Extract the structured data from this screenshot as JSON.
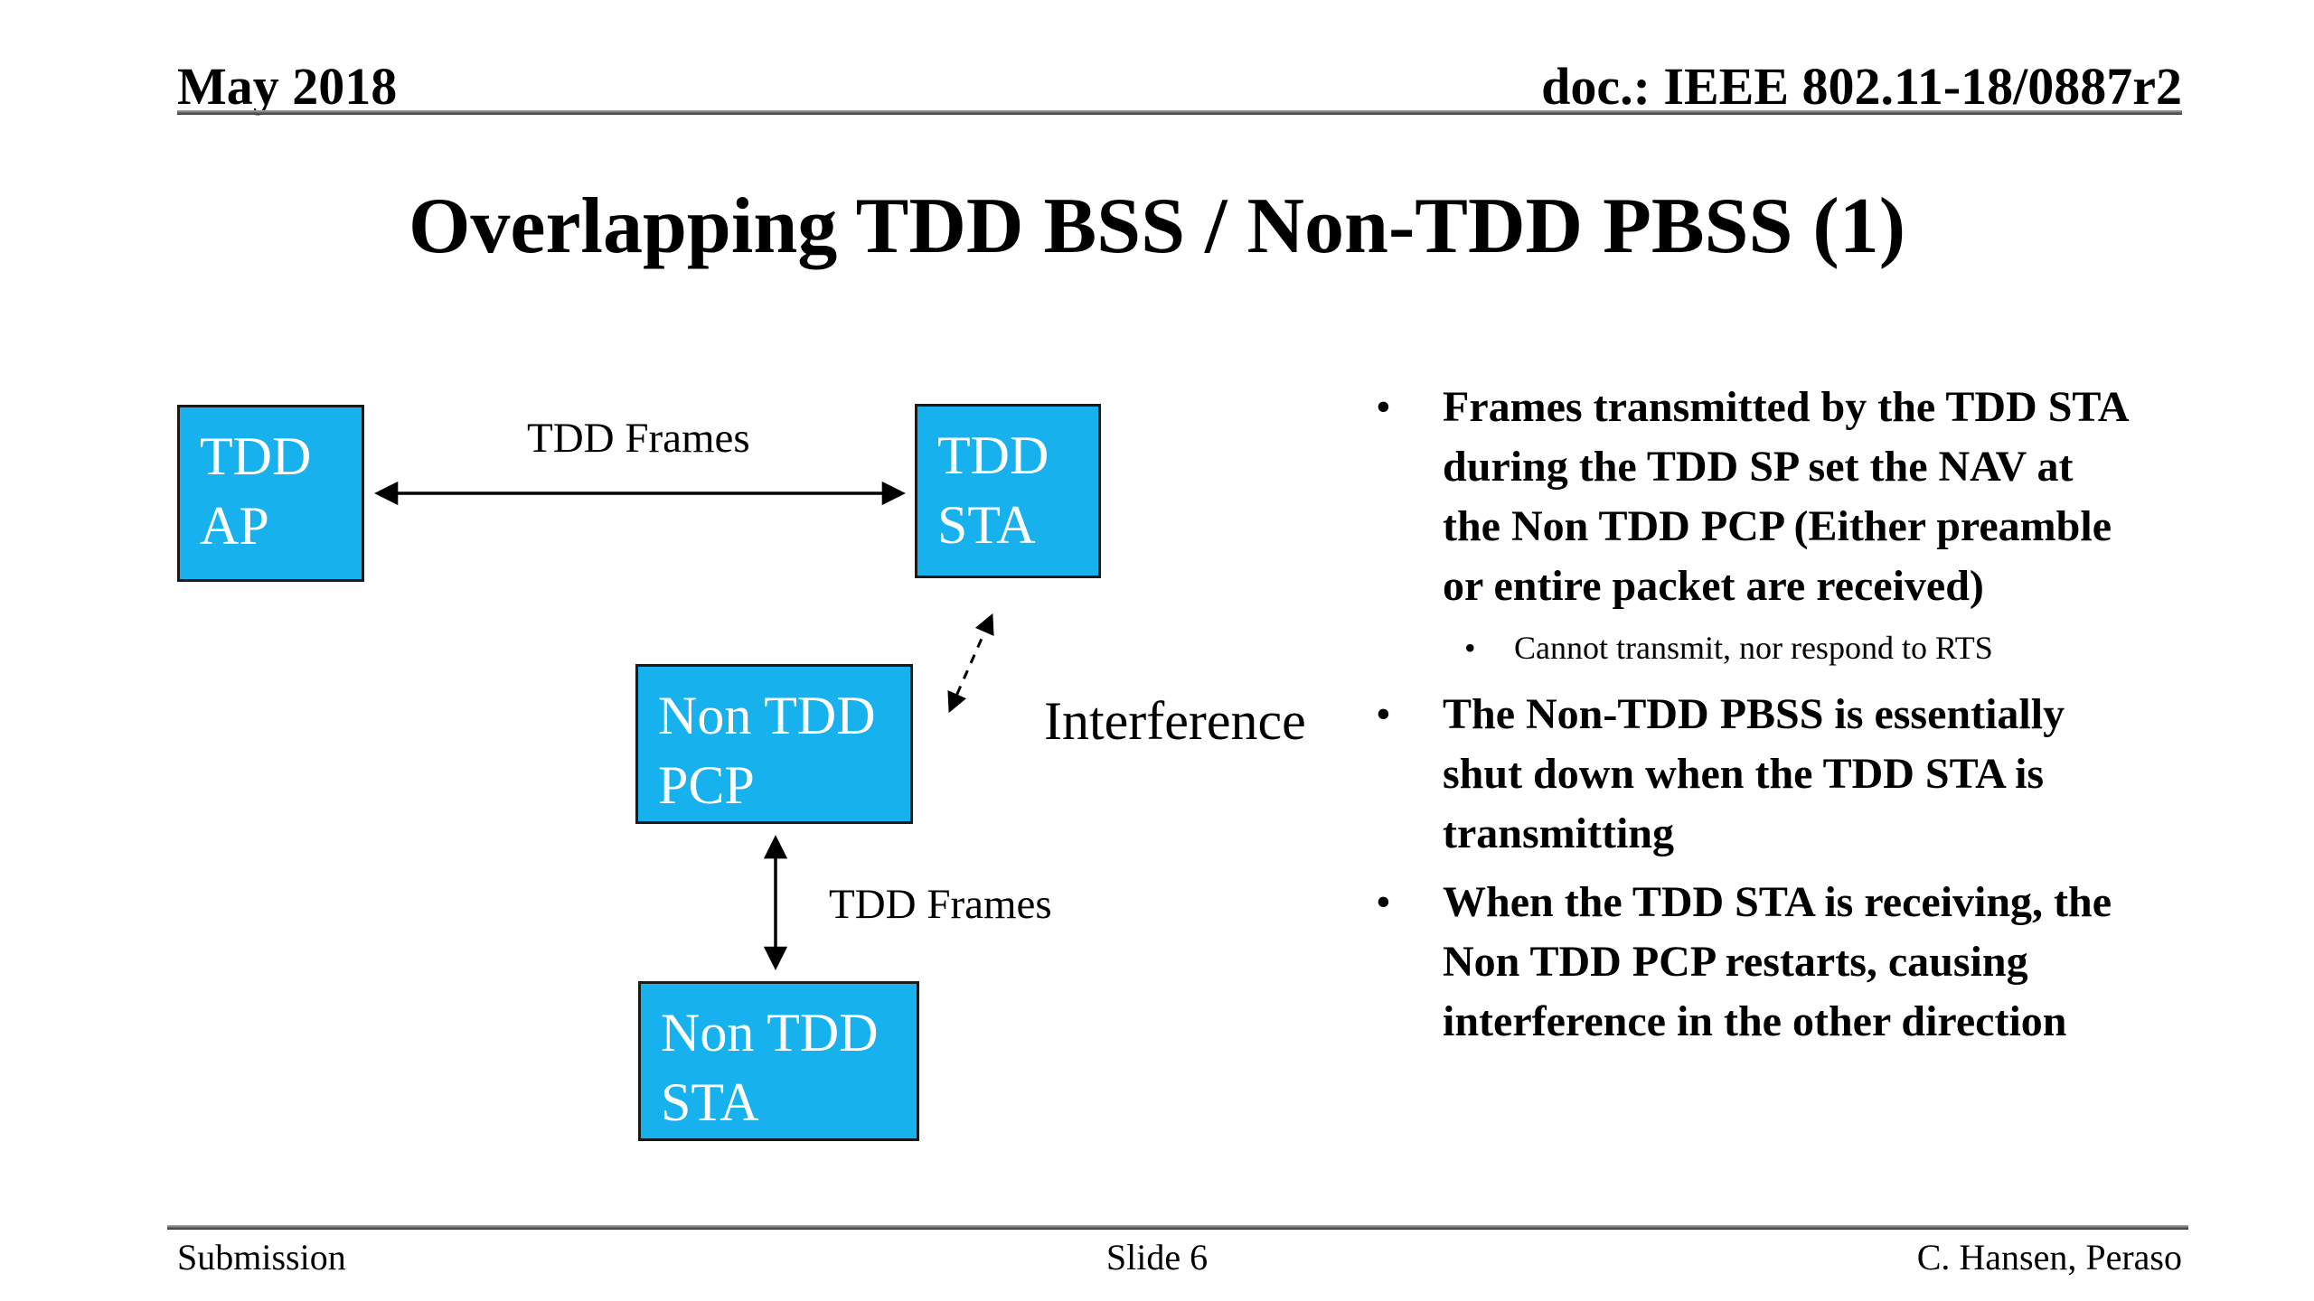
{
  "slide": {
    "header": {
      "date": "May 2018",
      "doc_id": "doc.: IEEE 802.11-18/0887r2"
    },
    "title": "Overlapping TDD BSS / Non-TDD PBSS (1)",
    "footer": {
      "left": "Submission",
      "center": "Slide 6",
      "right": "C. Hansen, Peraso"
    }
  },
  "diagram": {
    "boxes": {
      "tdd_ap": {
        "line1": "TDD",
        "line2": "AP"
      },
      "tdd_sta": {
        "line1": "TDD",
        "line2": "STA"
      },
      "non_tdd_pcp": {
        "line1": "Non TDD",
        "line2": "PCP"
      },
      "non_tdd_sta": {
        "line1": "Non TDD",
        "line2": "STA"
      }
    },
    "labels": {
      "tdd_frames_top": "TDD Frames",
      "interference": "Interference",
      "tdd_frames_bottom": "TDD Frames"
    }
  },
  "bullets": [
    {
      "level": 1,
      "text": "Frames transmitted by the TDD STA during the TDD SP set the NAV at the Non TDD PCP (Either preamble or entire packet are received)"
    },
    {
      "level": 2,
      "text": "Cannot transmit, nor respond to RTS"
    },
    {
      "level": 1,
      "text": "The Non-TDD PBSS is essentially shut down when the TDD STA is transmitting"
    },
    {
      "level": 1,
      "text": "When the TDD STA is receiving, the Non TDD PCP restarts, causing interference in the other direction"
    }
  ],
  "colors": {
    "box_fill": "#17b2ee",
    "box_border": "#1a1a1a",
    "line": "#000000"
  }
}
